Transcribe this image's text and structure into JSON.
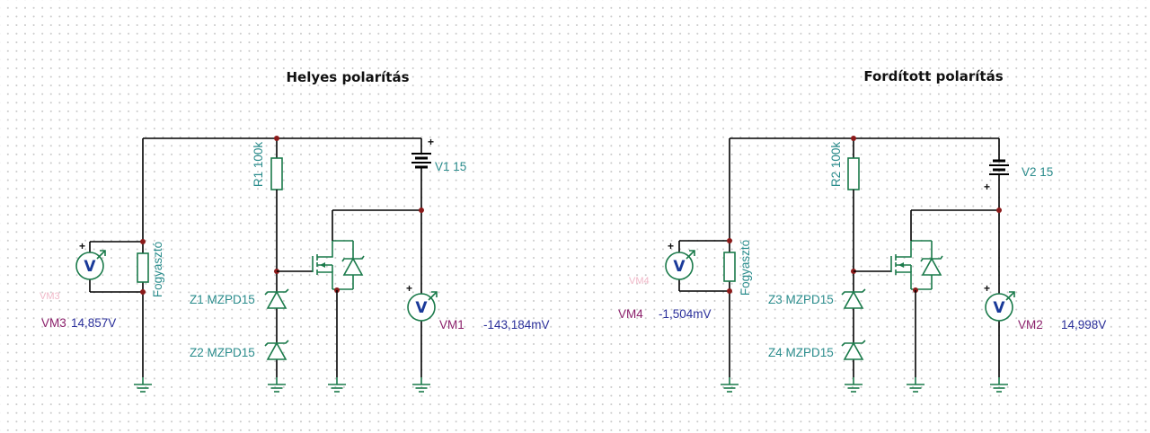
{
  "circuits": [
    {
      "title": "Helyes polarítás",
      "resistor_label": "R1 100k",
      "battery_label": "V1 15",
      "load_label": "Fogyasztó",
      "zener_top_label": "Z1 MZPD15",
      "zener_bottom_label": "Z2 MZPD15",
      "meter_left": {
        "name": "VM3",
        "name_faint": "VM3",
        "reading": "14,857V"
      },
      "meter_right": {
        "name": "VM1",
        "reading": "-143,184mV"
      }
    },
    {
      "title": "Fordított polarítás",
      "resistor_label": "R2 100k",
      "battery_label": "V2 15",
      "load_label": "Fogyasztó",
      "zener_top_label": "Z3 MZPD15",
      "zener_bottom_label": "Z4 MZPD15",
      "meter_left": {
        "name": "VM4",
        "name_faint": "VM4",
        "reading": "-1,504mV"
      },
      "meter_right": {
        "name": "VM2",
        "reading": "14,998V"
      }
    }
  ],
  "symbols": {
    "meter_letter": "V",
    "plus": "+"
  },
  "colors": {
    "wire": "#000000",
    "component": "#1a7a4a",
    "junction": "#8b1a1a",
    "label_teal": "#2a8c8c",
    "label_purple": "#8a1f6a",
    "reading_blue": "#2a2f9a"
  }
}
